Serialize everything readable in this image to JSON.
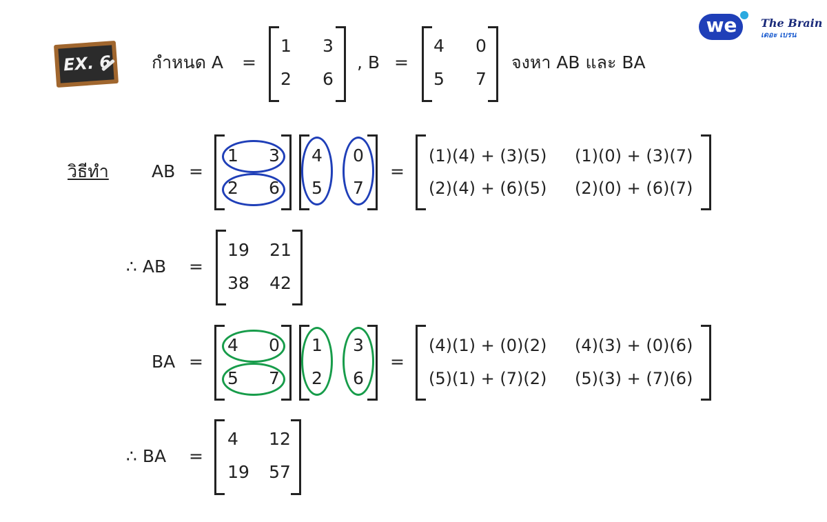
{
  "badge": {
    "text": "EX. 6"
  },
  "logo": {
    "we": "we",
    "brand_line1": "The Brain",
    "brand_line2": "เดอะ เบรน"
  },
  "problem": {
    "given": "กำหนด A",
    "eq": "=",
    "comma_b": ", B",
    "find": "จงหา AB และ BA",
    "A": [
      "1",
      "3",
      "2",
      "6"
    ],
    "B": [
      "4",
      "0",
      "5",
      "7"
    ]
  },
  "method": {
    "label": "วิธีทำ"
  },
  "ab_step": {
    "label": "AB",
    "eq": "=",
    "eq2": "=",
    "left": [
      "1",
      "3",
      "2",
      "6"
    ],
    "right": [
      "4",
      "0",
      "5",
      "7"
    ],
    "result": [
      "(1)(4) + (3)(5)",
      "(1)(0) + (3)(7)",
      "(2)(4) + (6)(5)",
      "(2)(0) + (6)(7)"
    ]
  },
  "ab_result": {
    "label": "∴  AB",
    "eq": "=",
    "values": [
      "19",
      "21",
      "38",
      "42"
    ]
  },
  "ba_step": {
    "label": "BA",
    "eq": "=",
    "eq2": "=",
    "left": [
      "4",
      "0",
      "5",
      "7"
    ],
    "right": [
      "1",
      "3",
      "2",
      "6"
    ],
    "result": [
      "(4)(1) + (0)(2)",
      "(4)(3) + (0)(6)",
      "(5)(1) + (7)(2)",
      "(5)(3) + (7)(6)"
    ]
  },
  "ba_result": {
    "label": "∴  BA",
    "eq": "=",
    "values": [
      "4",
      "12",
      "19",
      "57"
    ]
  },
  "colors": {
    "blue": "#1f3fb8",
    "green": "#179c4a",
    "board": "#2b2b2b",
    "frame": "#a0662e"
  }
}
